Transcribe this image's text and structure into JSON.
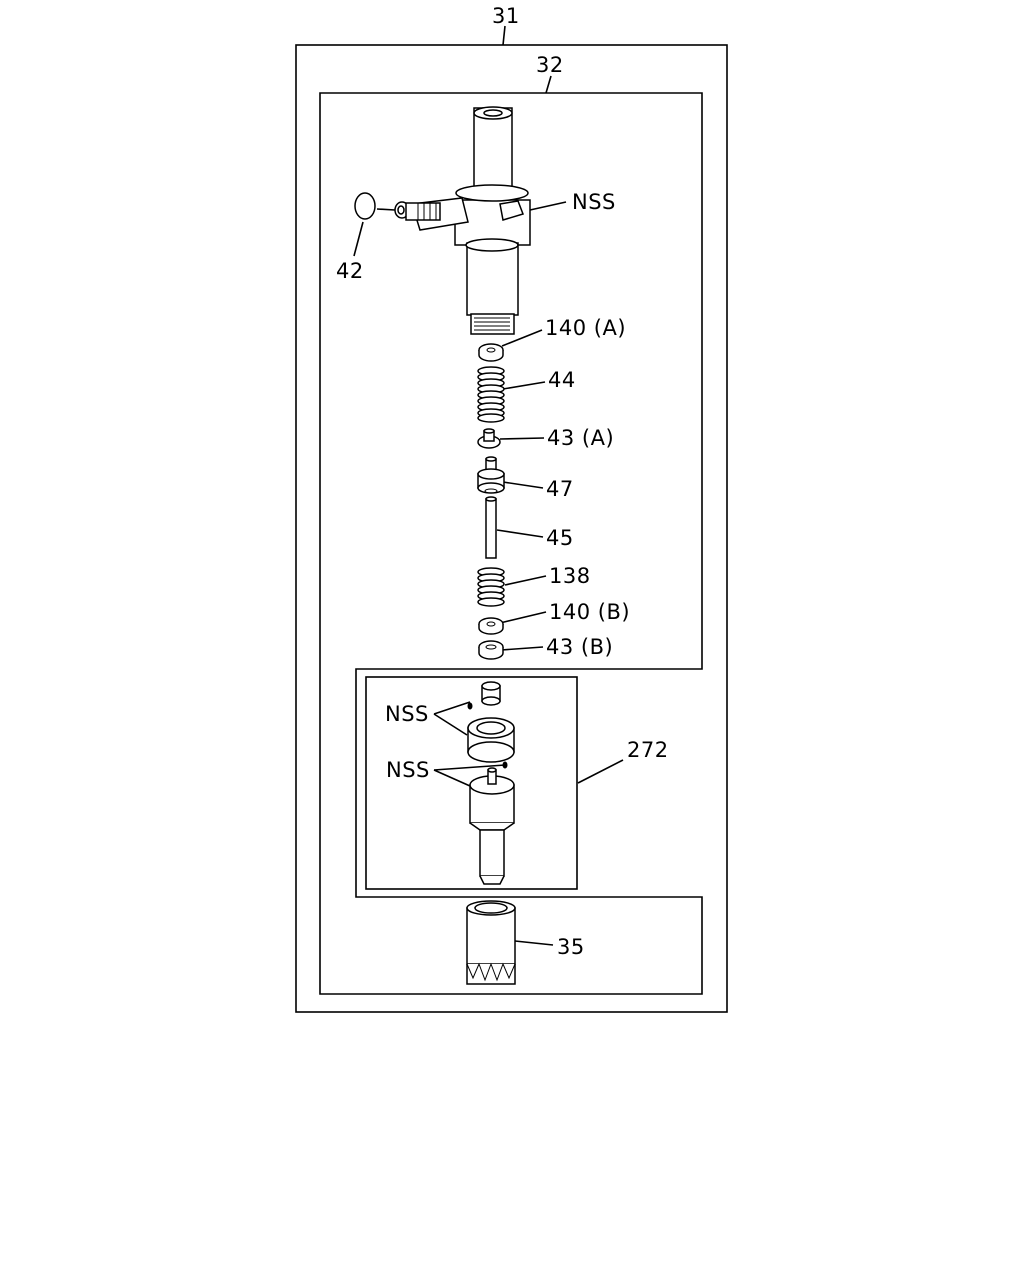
{
  "labels": {
    "assembly": "31",
    "holder": "32",
    "nss_top": "NSS",
    "o_ring": "42",
    "washer_a": "140 (A)",
    "spring_44": "44",
    "seat_a": "43 (A)",
    "part_47": "47",
    "rod_45": "45",
    "spring_138": "138",
    "washer_b": "140 (B)",
    "seat_b": "43 (B)",
    "nozzle_kit": "272",
    "nss_mid": "NSS",
    "nss_low": "NSS",
    "nut": "35"
  }
}
